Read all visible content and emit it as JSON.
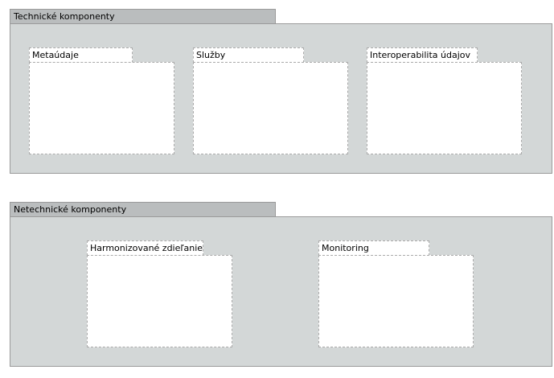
{
  "groups": [
    {
      "title": "Technické komponenty",
      "packages": [
        "Metaúdaje",
        "Služby",
        "Interoperabilita údajov"
      ]
    },
    {
      "title": "Netechnické komponenty",
      "packages": [
        "Harmonizované zdieľanie",
        "Monitoring"
      ]
    }
  ]
}
